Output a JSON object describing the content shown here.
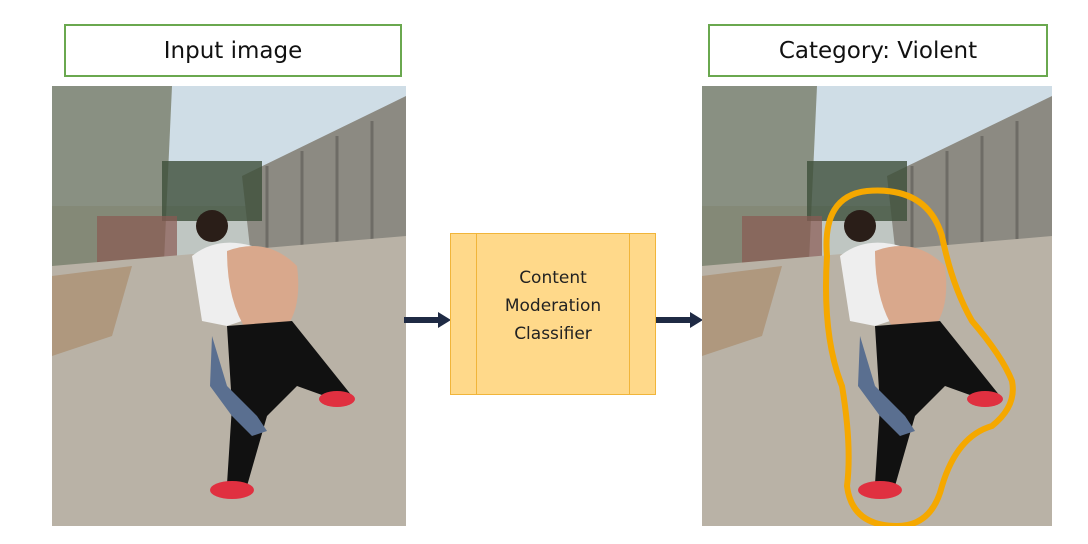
{
  "input_label": "Input image",
  "classifier": {
    "line1": "Content",
    "line2": "Moderation",
    "line3": "Classifier"
  },
  "output_label": "Category: Violent",
  "colors": {
    "label_border": "#6aa84f",
    "classifier_fill": "#ffd98a",
    "classifier_border": "#f1b53a",
    "arrow": "#1f2a44",
    "highlight": "#f5a800"
  }
}
